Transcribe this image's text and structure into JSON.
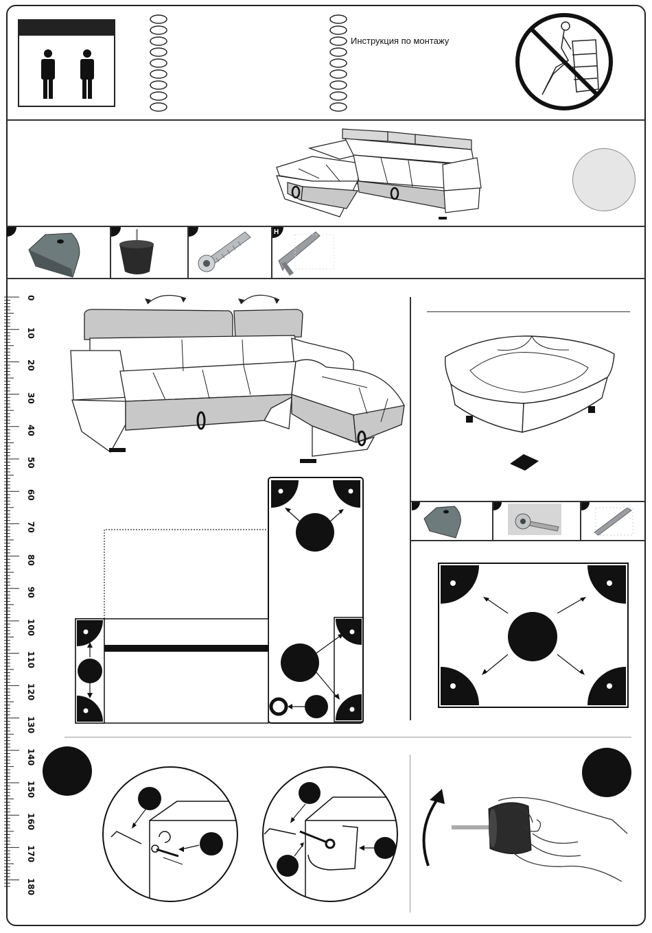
{
  "header": {
    "title": "Инструкция по монтажу",
    "persons_required": 2,
    "warning": "no-sitting-icon"
  },
  "parts": [
    {
      "letter": "",
      "name": "corner-bracket"
    },
    {
      "letter": "",
      "name": "furniture-leg"
    },
    {
      "letter": "",
      "name": "hex-bolt"
    },
    {
      "letter": "H",
      "name": "hex-key"
    }
  ],
  "ruler": {
    "labels": [
      "0",
      "10",
      "20",
      "30",
      "40",
      "50",
      "60",
      "70",
      "80",
      "90",
      "100",
      "110",
      "120",
      "130",
      "140",
      "150",
      "160",
      "170",
      "180"
    ]
  },
  "icons": {
    "step_arrows": "curved-arrow-icon",
    "person": "person-icon"
  }
}
